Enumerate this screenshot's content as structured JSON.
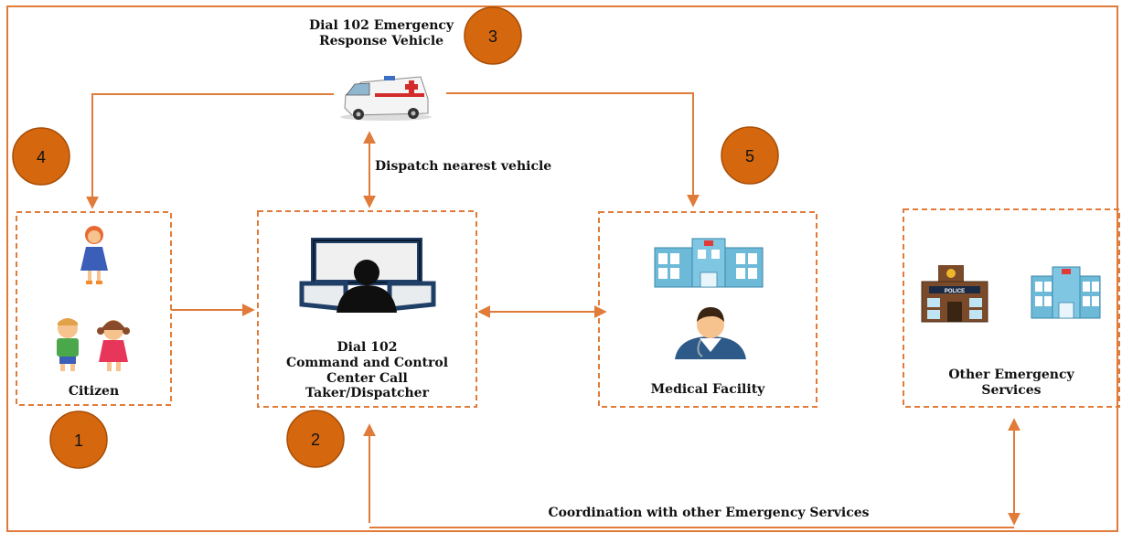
{
  "diagram": {
    "title_vehicle": "Dial 102 Emergency\nResponse Vehicle",
    "dispatch_label": "Dispatch nearest vehicle",
    "coordination_label": "Coordination with other Emergency Services",
    "nodes": {
      "citizen": "Citizen",
      "command_center": "Dial 102\nCommand and Control\nCenter Call\nTaker/Dispatcher",
      "medical_facility": "Medical Facility",
      "other_services": "Other Emergency\nServices"
    },
    "steps": [
      "1",
      "2",
      "3",
      "4",
      "5"
    ],
    "signs": {
      "police": "POLICE"
    },
    "colors": {
      "border": "#e07b39",
      "circle": "#d5680f",
      "circle_stroke": "#a84d05",
      "hospital": "#6cb9d8"
    },
    "icons": [
      "ambulance-icon",
      "girl-icon",
      "children-icon",
      "dispatcher-monitor-icon",
      "hospital-icon",
      "doctor-icon",
      "police-station-icon"
    ]
  }
}
